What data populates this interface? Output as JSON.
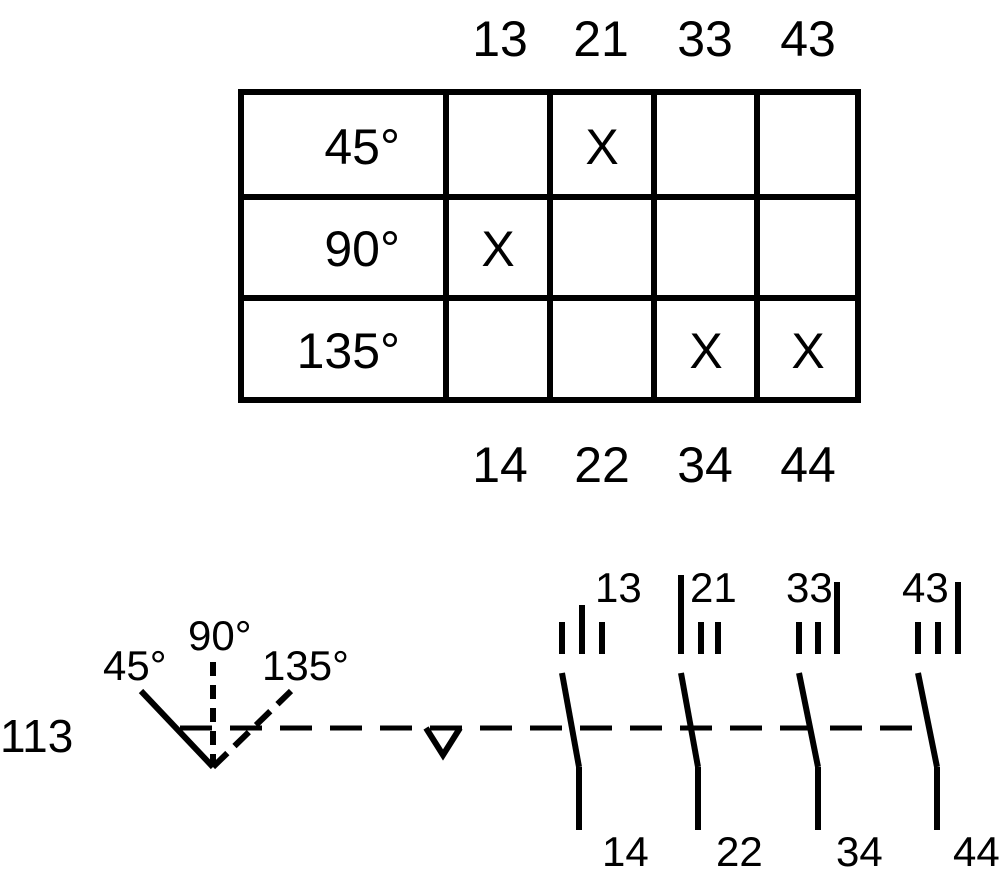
{
  "table": {
    "top_terminals": [
      "13",
      "21",
      "33",
      "43"
    ],
    "bottom_terminals": [
      "14",
      "22",
      "34",
      "44"
    ],
    "rows": [
      {
        "angle": "45°",
        "marks": [
          "",
          "X",
          "",
          ""
        ]
      },
      {
        "angle": "90°",
        "marks": [
          "X",
          "",
          "",
          ""
        ]
      },
      {
        "angle": "135°",
        "marks": [
          "",
          "",
          "X",
          "X"
        ]
      }
    ]
  },
  "schematic": {
    "label": "113",
    "positions": [
      "45°",
      "90°",
      "135°"
    ],
    "contacts": [
      {
        "top": "13",
        "bottom": "14"
      },
      {
        "top": "21",
        "bottom": "22"
      },
      {
        "top": "33",
        "bottom": "34"
      },
      {
        "top": "43",
        "bottom": "44"
      }
    ]
  }
}
